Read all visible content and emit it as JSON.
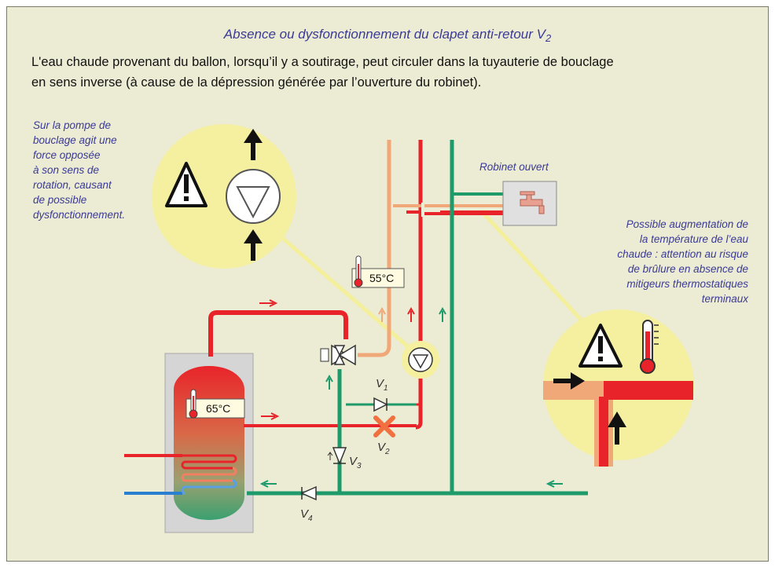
{
  "title": "Absence ou dysfonctionnement du clapet anti-retour V",
  "title_sub": "2",
  "intro_line1": "L'eau chaude provenant du ballon, lorsqu’il y a soutirage, peut circuler dans la tuyauterie de bouclage",
  "intro_line2": "en sens inverse (à cause de la dépression générée par l’ouverture du robinet).",
  "notes": {
    "pump_lines": [
      "Sur la pompe de",
      "bouclage agit une",
      "force opposée",
      "à  son sens de",
      "rotation, causant",
      "de possible",
      "dysfonctionnement."
    ],
    "temp_lines": [
      "Possible augmentation de",
      "la température de l’eau",
      "chaude : attention au risque",
      "de brûlure en absence de",
      "mitigeurs thermostatiques",
      "terminaux"
    ],
    "tap": "Robinet ouvert"
  },
  "labels": {
    "temp_tank": "65°C",
    "temp_loop": "55°C",
    "valves": [
      {
        "letter": "V",
        "sub": "1"
      },
      {
        "letter": "V",
        "sub": "2"
      },
      {
        "letter": "V",
        "sub": "3"
      },
      {
        "letter": "V",
        "sub": "4"
      }
    ]
  },
  "colors": {
    "background": "#ecebd3",
    "hot_water": "#e8242a",
    "return_loop": "#f0a878",
    "cold_water": "#1f9a6a",
    "primary_cold": "#2a7fd0",
    "zoom_circle": "#f5f0a0",
    "text_blue": "#3a3a98"
  },
  "icons": [
    "warning-icon",
    "thermometer-icon",
    "pump-icon",
    "tap-icon",
    "check-valve-icon",
    "cross-icon"
  ]
}
